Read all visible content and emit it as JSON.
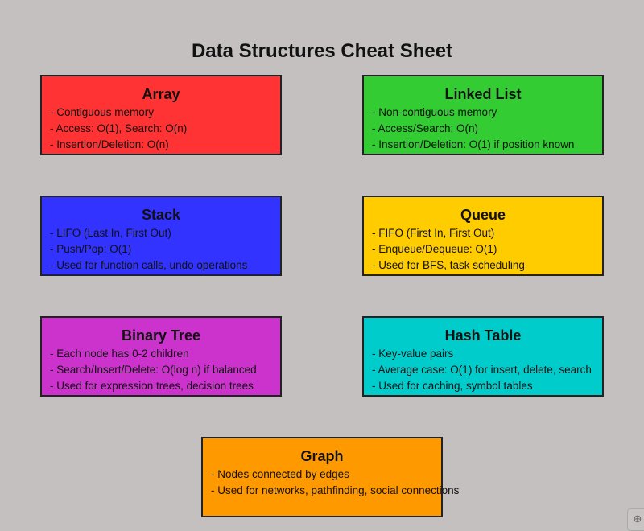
{
  "title": "Data Structures Cheat Sheet",
  "cards": [
    {
      "name": "Array",
      "color": "#ff3333",
      "lines": [
        "- Contiguous memory",
        "- Access: O(1), Search: O(n)",
        "- Insertion/Deletion: O(n)"
      ]
    },
    {
      "name": "Linked List",
      "color": "#33cc33",
      "lines": [
        "- Non-contiguous memory",
        "- Access/Search: O(n)",
        "- Insertion/Deletion: O(1) if position known"
      ]
    },
    {
      "name": "Stack",
      "color": "#3333ff",
      "lines": [
        "- LIFO (Last In, First Out)",
        "- Push/Pop: O(1)",
        "- Used for function calls, undo operations"
      ]
    },
    {
      "name": "Queue",
      "color": "#ffcc00",
      "lines": [
        "- FIFO (First In, First Out)",
        "- Enqueue/Dequeue: O(1)",
        "- Used for BFS, task scheduling"
      ]
    },
    {
      "name": "Binary Tree",
      "color": "#cc33cc",
      "lines": [
        "- Each node has 0-2 children",
        "- Search/Insert/Delete: O(log n) if balanced",
        "- Used for expression trees, decision trees"
      ]
    },
    {
      "name": "Hash Table",
      "color": "#00cccc",
      "lines": [
        "- Key-value pairs",
        "- Average case: O(1) for insert, delete, search",
        "- Used for caching, symbol tables"
      ]
    },
    {
      "name": "Graph",
      "color": "#ff9900",
      "lines": [
        "- Nodes connected by edges",
        "- Used for networks, pathfinding, social connections"
      ]
    }
  ],
  "zoom_icon": "zoom-in-icon"
}
